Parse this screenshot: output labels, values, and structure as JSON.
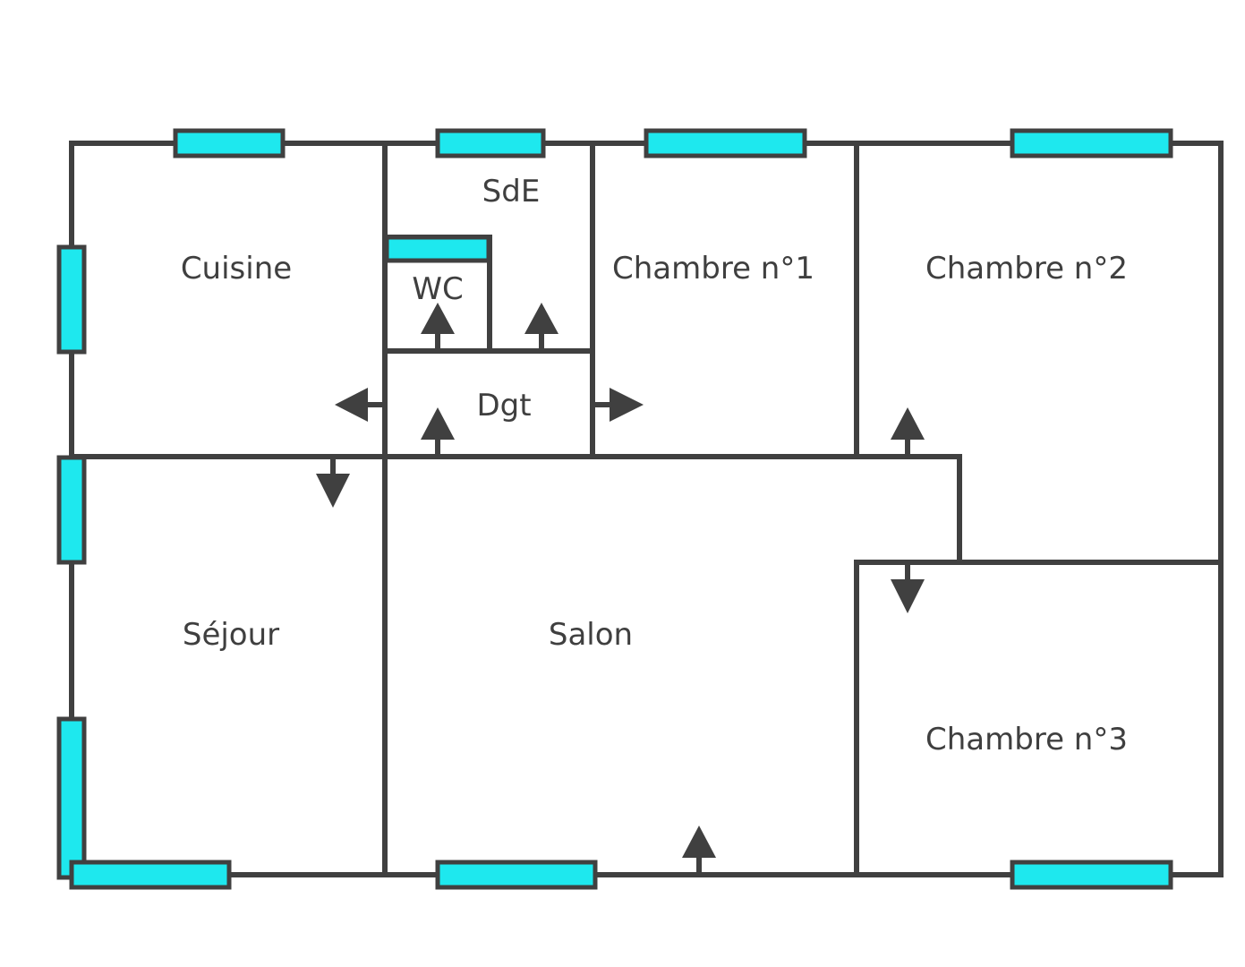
{
  "colors": {
    "wall": "#404040",
    "window_fill": "#1ee8ee",
    "window_border": "#404040",
    "arrow": "#404040",
    "background": "#ffffff"
  },
  "rooms": {
    "cuisine": "Cuisine",
    "sde": "SdE",
    "wc": "WC",
    "dgt": "Dgt",
    "chambre1": "Chambre n°1",
    "chambre2": "Chambre n°2",
    "chambre3": "Chambre n°3",
    "sejour": "Séjour",
    "salon": "Salon"
  }
}
